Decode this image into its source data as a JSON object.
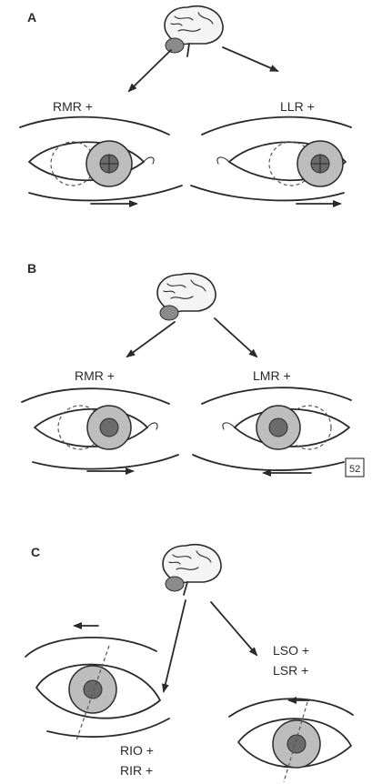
{
  "panels": {
    "a": {
      "letter": "A",
      "left_label": "RMR +",
      "right_label": "LLR +"
    },
    "b": {
      "letter": "B",
      "left_label": "RMR +",
      "right_label": "LMR +",
      "corner_mark": "52"
    },
    "c": {
      "letter": "C",
      "right_label_1": "LSO +",
      "right_label_2": "LSR +",
      "left_label_1": "RIO +",
      "left_label_2": "RIR +"
    }
  }
}
